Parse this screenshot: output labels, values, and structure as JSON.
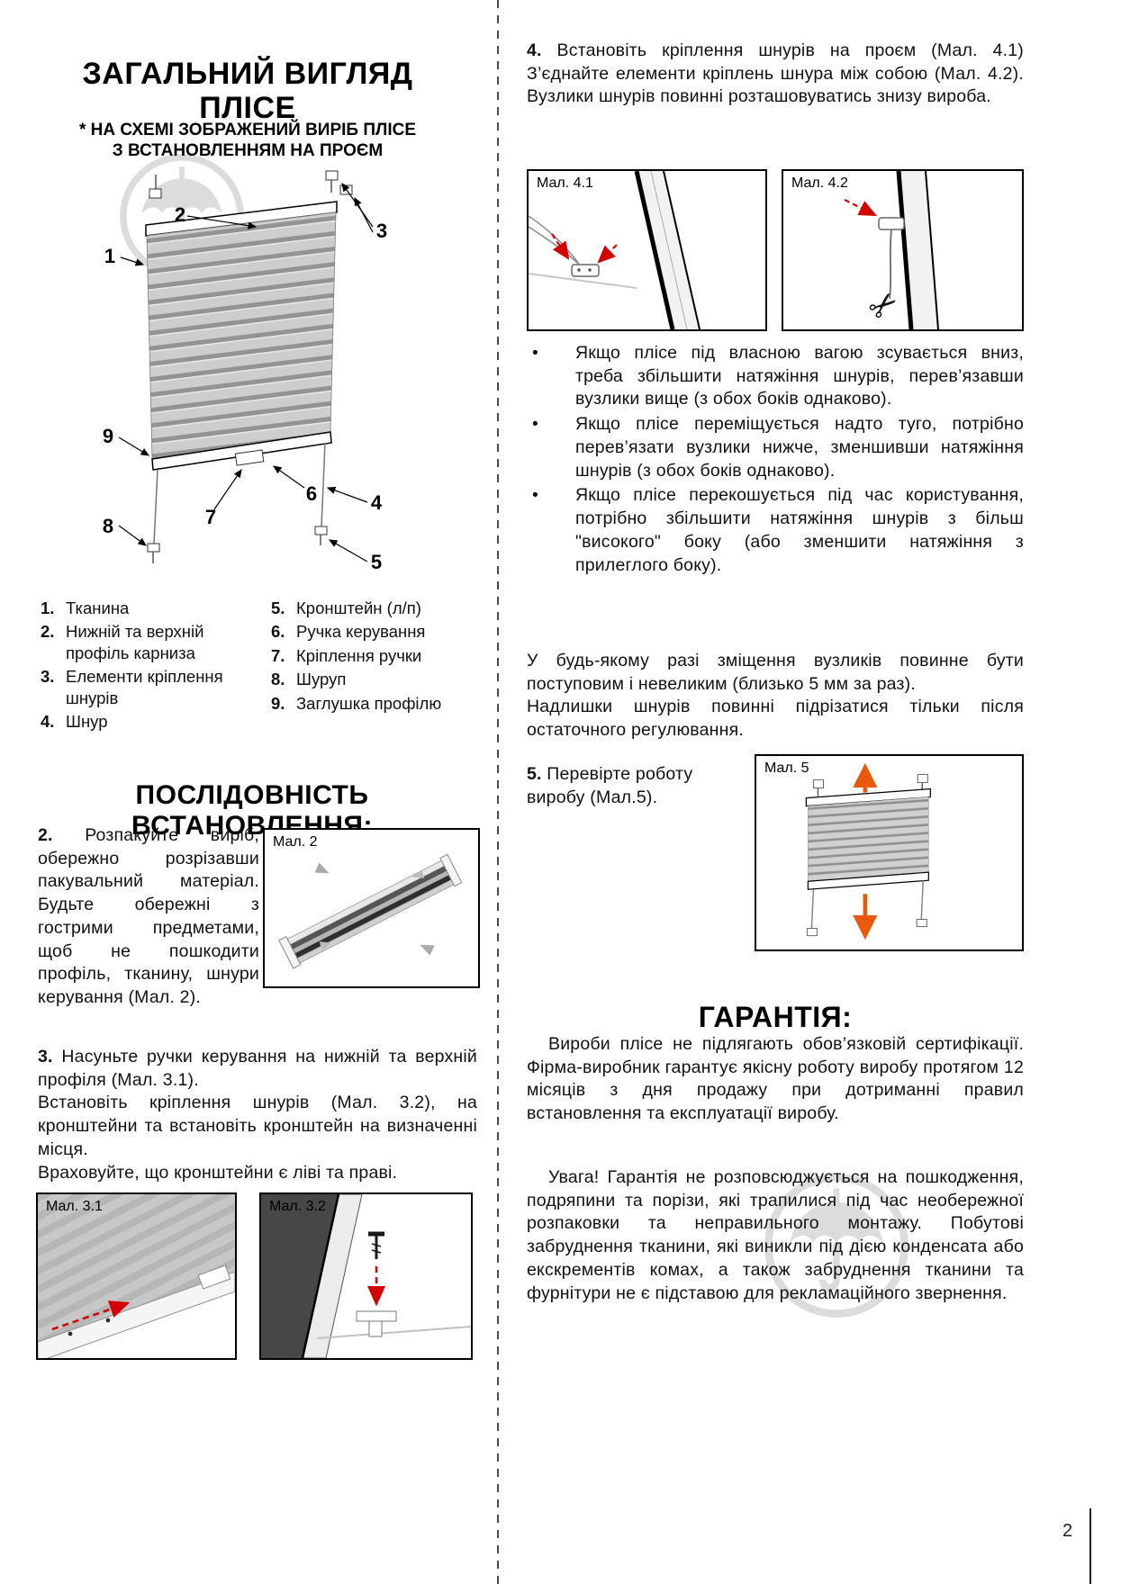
{
  "colors": {
    "red_arrow": "#d40000",
    "orange_arrow": "#e8590c",
    "fabric_gray": "#cdcdcd",
    "watermark_gray": "#d7d7d7"
  },
  "page": {
    "number": "2"
  },
  "left": {
    "title_line1": "ЗАГАЛЬНИЙ ВИГЛЯД",
    "title_line2": "ПЛІСЕ",
    "subtitle_line1": "* НА СХЕМІ ЗОБРАЖЕНИЙ ВИРІБ ПЛІСЕ",
    "subtitle_line2": "З ВСТАНОВЛЕННЯМ НА ПРОЄМ",
    "legend_col1": [
      {
        "num": "1.",
        "text": "Тканина"
      },
      {
        "num": "2.",
        "text": "Нижній та верхній профіль карниза"
      },
      {
        "num": "3.",
        "text": "Елементи кріплення шнурів"
      },
      {
        "num": "4.",
        "text": "Шнур"
      }
    ],
    "legend_col2": [
      {
        "num": "5.",
        "text": "Кронштейн (л/п)"
      },
      {
        "num": "6.",
        "text": "Ручка керування"
      },
      {
        "num": "7.",
        "text": "Кріплення ручки"
      },
      {
        "num": "8.",
        "text": "Шуруп"
      },
      {
        "num": "9.",
        "text": "Заглушка профілю"
      }
    ],
    "section_title": "ПОСЛІДОВНІСТЬ ВСТАНОВЛЕННЯ:",
    "step2": {
      "num": "2.",
      "text": "Розпакуйте виріб, обережно розрізавши пакувальний матеріал. Будьте обережні з гострими предметами, щоб не пошкодити профіль, тканину, шнури керування (Мал. 2)."
    },
    "step3": {
      "num": "3.",
      "p1": "Насуньте ручки керування на нижній та верхній профіля (Мал. 3.1).",
      "p2": "Встановіть кріплення шнурів (Мал. 3.2), на кронштейни та встановіть кронштейн на визначенні місця.",
      "p3": "Враховуйте, що кронштейни є ліві та праві."
    }
  },
  "right": {
    "step4": {
      "num": "4.",
      "text": "Встановіть кріплення шнурів на проєм (Мал. 4.1) З’єднайте елементи кріплень шнура між собою (Мал. 4.2). Вузлики шнурів повинні розташовуватись знизу вироба."
    },
    "bullet_char": "•",
    "bullets": [
      "Якщо плісе під власною вагою зсувається вниз, треба збільшити натяжіння шнурів, перев’язавши вузлики вище (з обох боків однаково).",
      "Якщо плісе переміщується надто туго, потрібно перев’язати вузлики нижче, зменшивши натяжіння шнурів (з обох боків однаково).",
      "Якщо плісе перекошується під час користування, потрібно збільшити натяжіння шнурів з більш \"високого\" боку (або зменшити натяжіння з прилеглого боку)."
    ],
    "note1": "У будь-якому разі зміщення вузликів повинне бути поступовим і невеликим (близько 5 мм за раз).",
    "note2": "Надлишки шнурів повинні підрізатися тільки після остаточного регулювання.",
    "step5": {
      "num": "5.",
      "text": "Перевірте роботу виробу (Мал.5)."
    },
    "warranty_title": "ГАРАНТІЯ:",
    "warranty_p1": "Вироби плісе не підлягають обов’язковій сертифікації. Фірма-виробник гарантує якісну роботу виробу протягом 12 місяців з дня продажу при дотриманні правил встановлення та експлуатації виробу.",
    "warranty_p2": "Увага! Гарантія не розповсюджується на пошкодження, подряпини та порізи, які трапилися під час необережної розпаковки та неправильного монтажу. Побутові забруднення тканини, які виникли під дією конденсата або екскрементів комах, а також забруднення тканини та фурнітури не є підставою для рекламаційного звернення."
  },
  "figures": {
    "main_diagram": {
      "callouts": [
        "1",
        "2",
        "3",
        "4",
        "5",
        "6",
        "7",
        "8",
        "9"
      ]
    },
    "fig2": {
      "label": "Мал. 2"
    },
    "fig31": {
      "label": "Мал. 3.1"
    },
    "fig32": {
      "label": "Мал. 3.2"
    },
    "fig41": {
      "label": "Мал. 4.1"
    },
    "fig42": {
      "label": "Мал. 4.2"
    },
    "fig5": {
      "label": "Мал. 5"
    }
  }
}
